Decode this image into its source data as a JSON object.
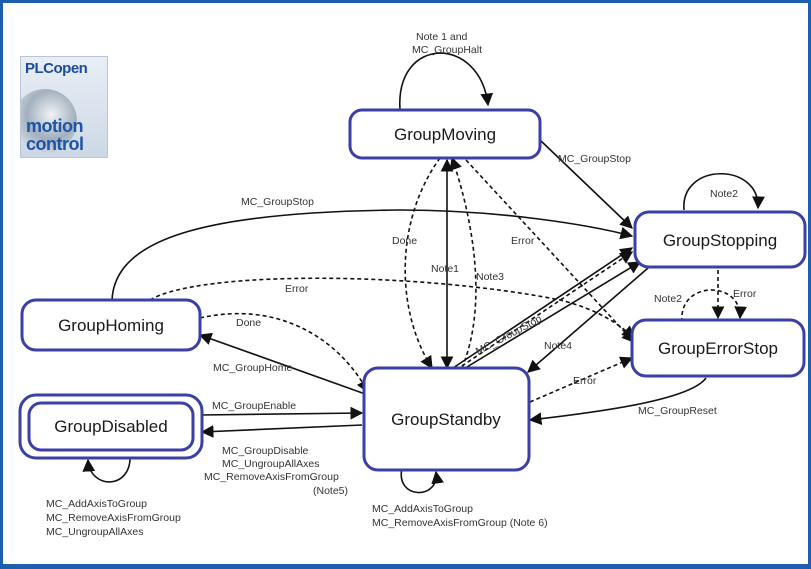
{
  "logo": {
    "line1": "PLCopen",
    "line2": "motion",
    "line3": "control"
  },
  "colors": {
    "frame": "#1d5fae",
    "state_border": "#3b3fa6",
    "arrow": "#111111"
  },
  "states": {
    "moving": "GroupMoving",
    "stopping": "GroupStopping",
    "homing": "GroupHoming",
    "errorstop": "GroupErrorStop",
    "disabled": "GroupDisabled",
    "standby": "GroupStandby"
  },
  "labels": {
    "moving_self_1": "Note 1 and",
    "moving_self_2": "MC_GroupHalt",
    "moving_to_stopping": "MC_GroupStop",
    "stopping_self": "Note2",
    "homing_to_stopping": "MC_GroupStop",
    "homing_to_errorstop": "Error",
    "done_moving": "Done",
    "note1": "Note1",
    "error_moving": "Error",
    "note3": "Note3",
    "stopping_to_errorstop": "Error",
    "errorstop_self": "Note2",
    "done_homing": "Done",
    "standby_to_stopping": "MC_GroupStop",
    "note4": "Note4",
    "standby_to_errorstop": "Error",
    "standby_to_homing": "MC_GroupHome",
    "disabled_to_standby": "MC_GroupEnable",
    "errorstop_to_standby": "MC_GroupReset",
    "standby_to_disabled_1": "MC_GroupDisable",
    "standby_to_disabled_2": "MC_UngroupAllAxes",
    "standby_to_disabled_3": "MC_RemoveAxisFromGroup",
    "standby_to_disabled_4": "(Note5)",
    "disabled_self_1": "MC_AddAxisToGroup",
    "disabled_self_2": "MC_RemoveAxisFromGroup",
    "disabled_self_3": "MC_UngroupAllAxes",
    "standby_self_1": "MC_AddAxisToGroup",
    "standby_self_2": "MC_RemoveAxisFromGroup (Note 6)"
  }
}
